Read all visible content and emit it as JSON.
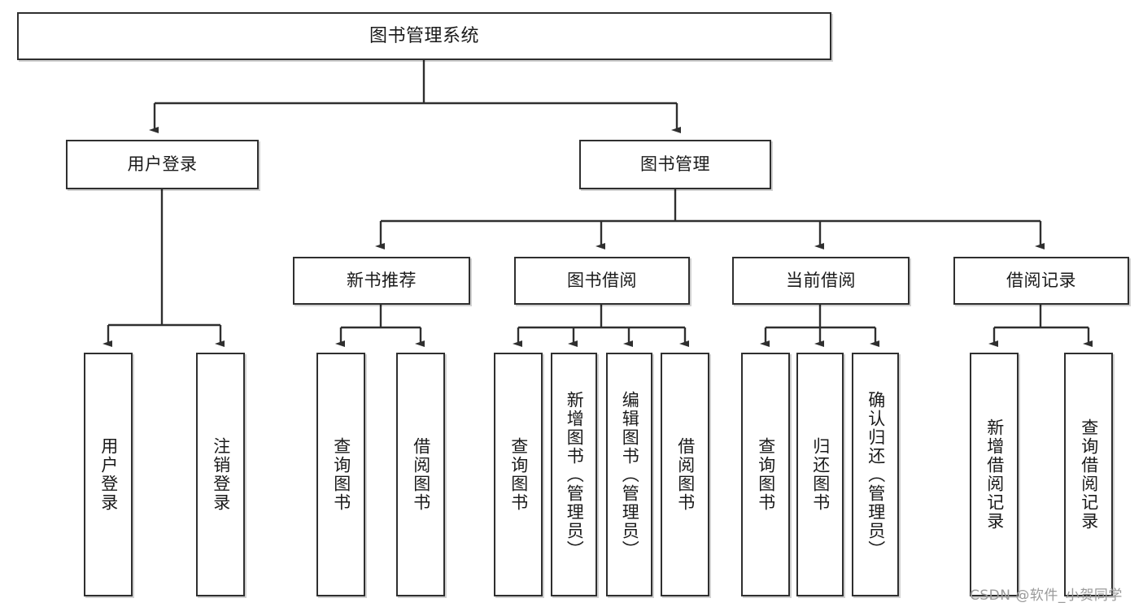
{
  "diagram": {
    "type": "tree-hierarchy",
    "title": "图书管理系统",
    "levels": [
      {
        "level": 1,
        "nodes": [
          {
            "id": "root",
            "label": "图书管理系统",
            "orientation": "horizontal"
          }
        ]
      },
      {
        "level": 2,
        "nodes": [
          {
            "id": "user-login",
            "label": "用户登录",
            "orientation": "horizontal"
          },
          {
            "id": "book-manage",
            "label": "图书管理",
            "orientation": "horizontal"
          }
        ]
      },
      {
        "level": 3,
        "nodes": [
          {
            "id": "new-book-rec",
            "label": "新书推荐",
            "orientation": "horizontal"
          },
          {
            "id": "book-borrow",
            "label": "图书借阅",
            "orientation": "horizontal"
          },
          {
            "id": "current-borrow",
            "label": "当前借阅",
            "orientation": "horizontal"
          },
          {
            "id": "borrow-record",
            "label": "借阅记录",
            "orientation": "horizontal"
          }
        ]
      },
      {
        "level": 4,
        "nodes": [
          {
            "id": "leaf-user-login",
            "label": "用户登录",
            "orientation": "vertical",
            "parent": "user-login"
          },
          {
            "id": "leaf-logout",
            "label": "注销登录",
            "orientation": "vertical",
            "parent": "user-login"
          },
          {
            "id": "leaf-query-book-1",
            "label": "查询图书",
            "orientation": "vertical",
            "parent": "new-book-rec"
          },
          {
            "id": "leaf-borrow-book-1",
            "label": "借阅图书",
            "orientation": "vertical",
            "parent": "new-book-rec"
          },
          {
            "id": "leaf-query-book-2",
            "label": "查询图书",
            "orientation": "vertical",
            "parent": "book-borrow"
          },
          {
            "id": "leaf-add-book",
            "label": "新增图书（管理员）",
            "orientation": "vertical",
            "parent": "book-borrow"
          },
          {
            "id": "leaf-edit-book",
            "label": "编辑图书（管理员）",
            "orientation": "vertical",
            "parent": "book-borrow"
          },
          {
            "id": "leaf-borrow-book-2",
            "label": "借阅图书",
            "orientation": "vertical",
            "parent": "book-borrow"
          },
          {
            "id": "leaf-query-book-3",
            "label": "查询图书",
            "orientation": "vertical",
            "parent": "current-borrow"
          },
          {
            "id": "leaf-return-book",
            "label": "归还图书",
            "orientation": "vertical",
            "parent": "current-borrow"
          },
          {
            "id": "leaf-confirm-return",
            "label": "确认归还（管理员）",
            "orientation": "vertical",
            "parent": "current-borrow"
          },
          {
            "id": "leaf-add-record",
            "label": "新增借阅记录",
            "orientation": "vertical",
            "parent": "borrow-record"
          },
          {
            "id": "leaf-query-record",
            "label": "查询借阅记录",
            "orientation": "vertical",
            "parent": "borrow-record"
          }
        ]
      }
    ]
  },
  "watermark": {
    "text": "CSDN @软件_小贺同学"
  },
  "colors": {
    "stroke": "#2f2f2f",
    "fill": "#ffffff",
    "text": "#1a1a1a",
    "watermark": "#9a9a9a"
  }
}
